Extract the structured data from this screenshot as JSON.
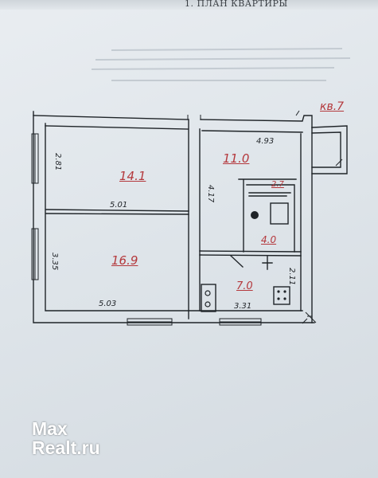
{
  "document": {
    "heading": "1. ПЛАН КВАРТИРЫ",
    "apartment_number": "кв.7",
    "room_areas": {
      "room_top_left": "14.1",
      "room_bottom_left": "16.9",
      "room_top_right": "11.0",
      "bathroom": "2.7",
      "corridor": "4.0",
      "kitchen": "7.0"
    },
    "dimensions": {
      "left_top_height": "2.81",
      "left_bottom_height": "3.35",
      "middle_width": "5.01",
      "bottom_width": "5.03",
      "top_right_width": "4.93",
      "right_room_height": "4.17",
      "kitchen_width": "3.31",
      "kitchen_height": "2.11"
    }
  },
  "watermark": {
    "line1": "Max",
    "line2": "Realt.ru"
  },
  "colors": {
    "paper": "#e3e8ec",
    "ink": "#1e2226",
    "area_label": "#b4383c",
    "watermark": "#ffffff"
  }
}
